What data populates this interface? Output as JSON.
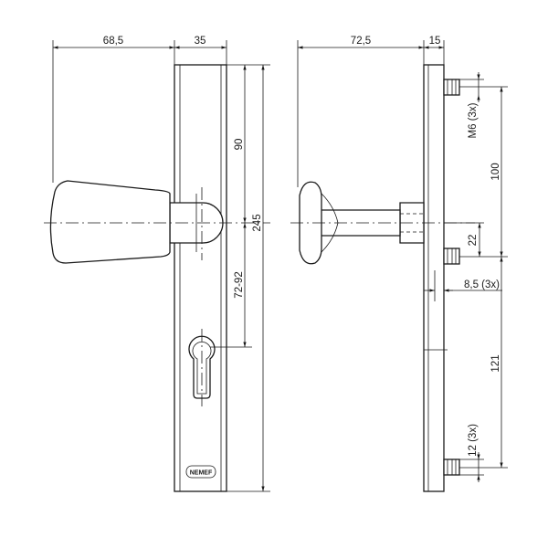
{
  "front_view": {
    "dim_top_left": "68,5",
    "dim_top_right": "35",
    "dim_upper": "90",
    "dim_lower": "72-92",
    "dim_total": "245",
    "logo": "NEMEF"
  },
  "side_view": {
    "dim_top_left": "72,5",
    "dim_top_right": "15",
    "dim_thread": "M6 (3x)",
    "dim_100": "100",
    "dim_22": "22",
    "dim_hole": "8,5 (3x)",
    "dim_121": "121",
    "dim_12": "12 (3x)"
  }
}
